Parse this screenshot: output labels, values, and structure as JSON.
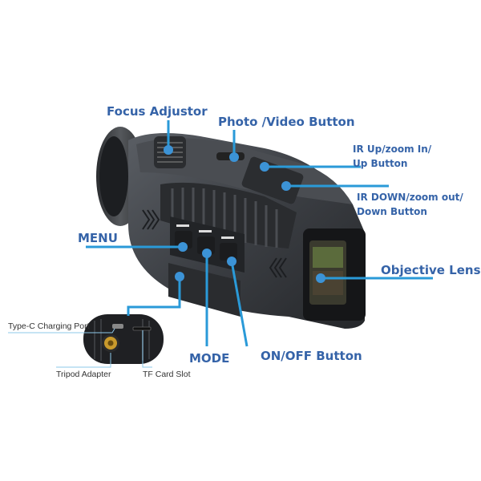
{
  "labels": {
    "focus": "Focus Adjustor",
    "photo_video": "Photo /Video Button",
    "ir_up_line1": "IR Up/zoom In/",
    "ir_up_line2": "Up Button",
    "ir_down_line1": "IR DOWN/zoom out/",
    "ir_down_line2": "Down Button",
    "menu": "MENU",
    "objective": "Objective Lens",
    "mode": "MODE",
    "onoff": "ON/OFF Button",
    "typec": "Type-C Charging Port",
    "tripod": "Tripod Adapter",
    "tf": "TF Card Slot"
  },
  "colors": {
    "label_text": "#3563a8",
    "callout_line": "#2a9ad8",
    "device_body": "#3a3d42",
    "device_dark": "#1c1e21"
  }
}
